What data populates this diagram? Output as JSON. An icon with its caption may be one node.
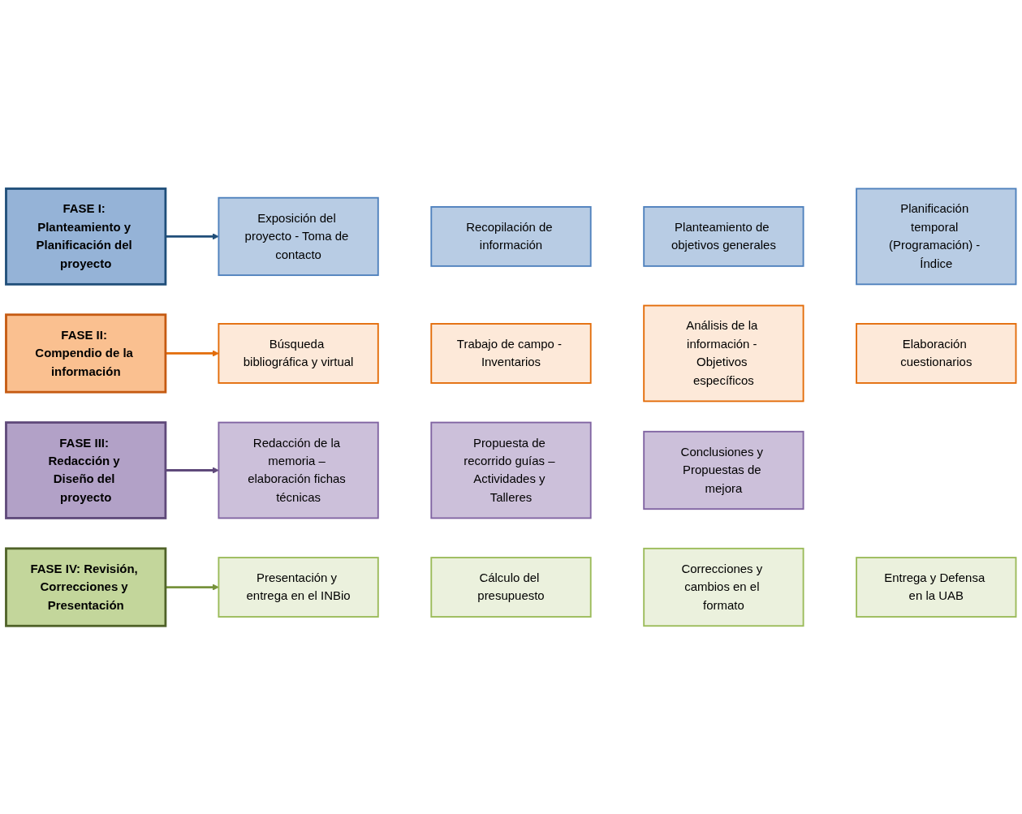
{
  "diagram": {
    "nodes": [
      {
        "text": [
          "FASE I: Planteamiento y Planificación del proyecto"
        ]
      },
      {
        "text": [
          "Exposición del proyecto - Toma de contacto"
        ]
      },
      {
        "text": [
          "Recopilación de información"
        ]
      },
      {
        "text": [
          "Planteamiento de objetivos generales"
        ]
      },
      {
        "text": [
          "Planificación temporal (Programación) - Índice"
        ]
      },
      {
        "text": [
          "FASE II: Compendio de la información"
        ]
      },
      {
        "text": [
          "Búsqueda bibliográfica y virtual"
        ]
      },
      {
        "text": [
          "Trabajo de campo - Inventarios"
        ]
      },
      {
        "text": [
          "Análisis de la información - Objetivos específicos"
        ]
      },
      {
        "text": [
          "Elaboración cuestionarios"
        ]
      },
      {
        "text": [
          "FASE III: Redacción y Diseño del proyecto"
        ]
      },
      {
        "text": [
          "Redacción de la memoria – elaboración fichas técnicas"
        ]
      },
      {
        "text": [
          "Propuesta de recorrido guías – Actividades y Talleres"
        ]
      },
      {
        "text": [
          "Conclusiones y Propuestas de mejora"
        ]
      },
      {
        "text": [
          "FASE IV: Revisión, Correcciones y Presentación"
        ]
      },
      {
        "text": [
          "Presentación y entrega en el INBio"
        ]
      },
      {
        "text": [
          "Cálculo del presupuesto"
        ]
      },
      {
        "text": [
          "Correcciones y cambios en el formato"
        ]
      },
      {
        "text": [
          "Entrega y Defensa en la UAB"
        ]
      }
    ],
    "edges": [
      {
        "from": 0,
        "to": 1,
        "arrow": "to",
        "color": "#1f4e79"
      },
      {
        "from": 5,
        "to": 6,
        "arrow": "to",
        "color": "#e36c09"
      },
      {
        "from": 10,
        "to": 11,
        "arrow": "to",
        "color": "#5f497a"
      },
      {
        "from": 14,
        "to": 15,
        "arrow": "to",
        "color": "#77933c"
      }
    ]
  }
}
